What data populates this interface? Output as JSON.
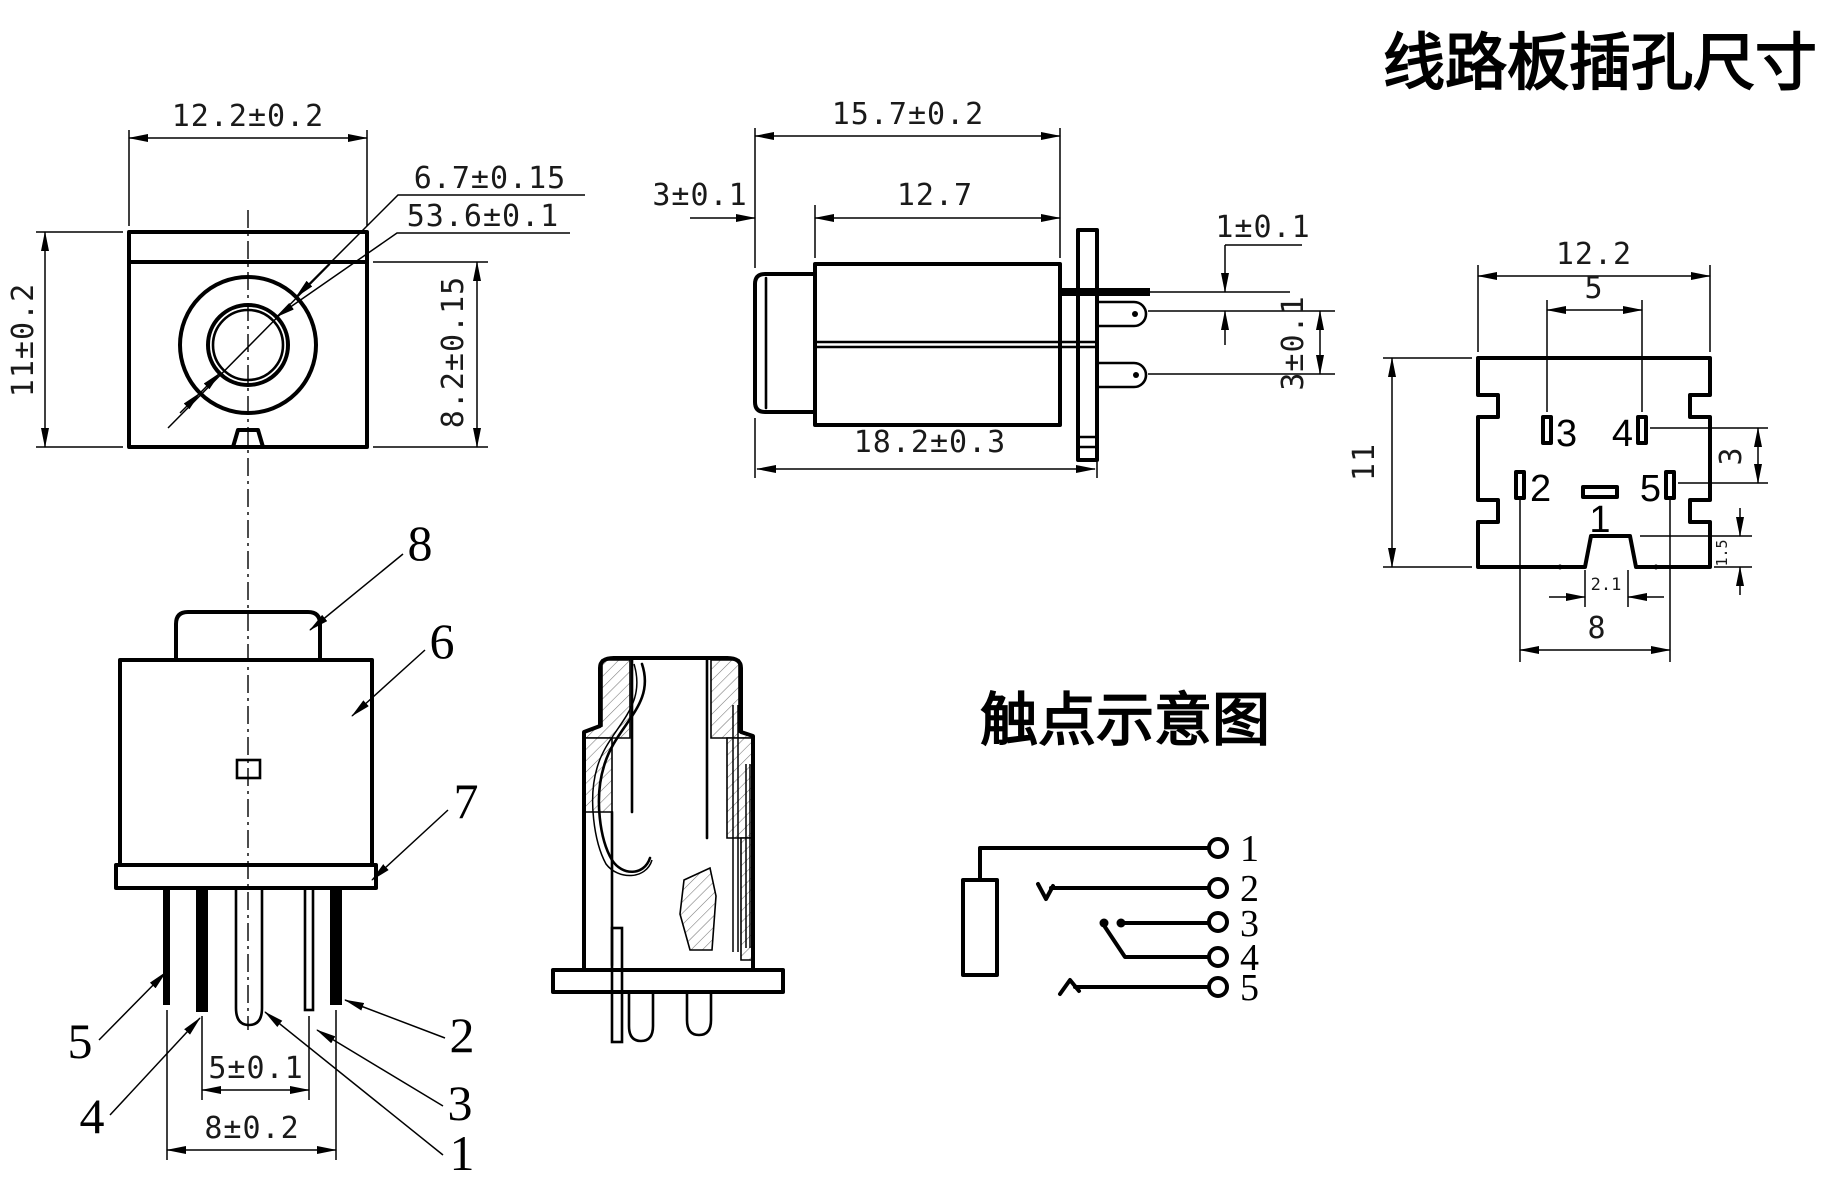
{
  "titles": {
    "main": "线路板插孔尺寸",
    "schematic": "触点示意图"
  },
  "plan_view": {
    "dim_width": "12.2±0.2",
    "dim_height": "11±0.2",
    "dim_inner_height": "8.2±0.15",
    "dim_hole_outer": "6.7±0.15",
    "dim_hole_inner": "53.6±0.1"
  },
  "side_view": {
    "dim_body": "15.7±0.2",
    "dim_cap": "3±0.1",
    "dim_barrel": "12.7",
    "dim_pin_step": "1±0.1",
    "dim_pin_gap": "3±0.1",
    "dim_overall": "18.2±0.3"
  },
  "pcb_view": {
    "dim_width": "12.2",
    "dim_pad_span": "5",
    "dim_height": "11",
    "dim_row_gap": "3",
    "dim_pad_pitch": "8",
    "dim_slot_width": "2.1",
    "dim_slot_height": "1.5",
    "pad_labels": [
      "1",
      "2",
      "3",
      "4",
      "5"
    ]
  },
  "front_view": {
    "part_labels": {
      "cap": "8",
      "body": "6",
      "flange": "7",
      "pin5": "5",
      "pin4": "4",
      "pin3": "3",
      "pin2": "2",
      "pin1": "1"
    },
    "dim_pin_pitch": "5±0.1",
    "dim_pin_span": "8±0.2"
  },
  "schematic": {
    "terminals": [
      "1",
      "2",
      "3",
      "4",
      "5"
    ]
  }
}
